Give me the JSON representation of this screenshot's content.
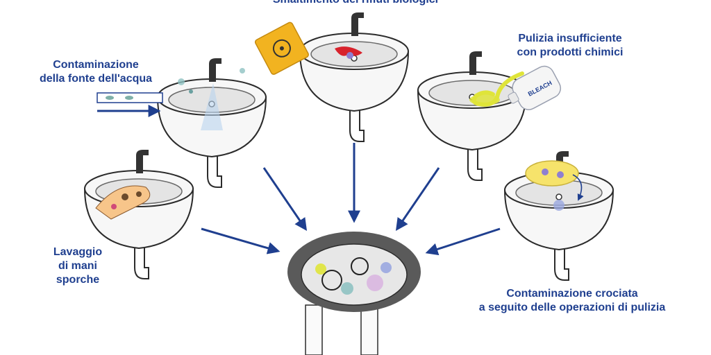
{
  "labels": {
    "top": "Smaltimento dei rifiuti biologici",
    "water_source": {
      "line1": "Contaminazione",
      "line2": "della fonte dell'acqua"
    },
    "chemicals": {
      "line1": "Pulizia insufficiente",
      "line2": "con prodotti chimici"
    },
    "dirty_hands": {
      "line1": "Lavaggio",
      "line2": "di mani",
      "line3": "sporche"
    },
    "cross": {
      "line1": "Contaminazione crociata",
      "line2": "a seguito delle operazioni di pulizia"
    }
  },
  "bottle_text": "BLEACH",
  "colors": {
    "label": "#1f3f8f",
    "arrow": "#1f3f8f",
    "outline": "#2b2b2b",
    "basin": "#e4e4e4",
    "drain": "#5a5a5a",
    "biohazard": "#f2b320",
    "chemical": "#dfe43a",
    "sponge": "#f6e36b",
    "blood": "#d8222c"
  },
  "icons": [
    "sink-icon",
    "faucet-icon",
    "biohazard-bag-icon",
    "bleach-bottle-icon",
    "sponge-icon",
    "hand-icon",
    "drain-icon",
    "arrow-icon"
  ]
}
